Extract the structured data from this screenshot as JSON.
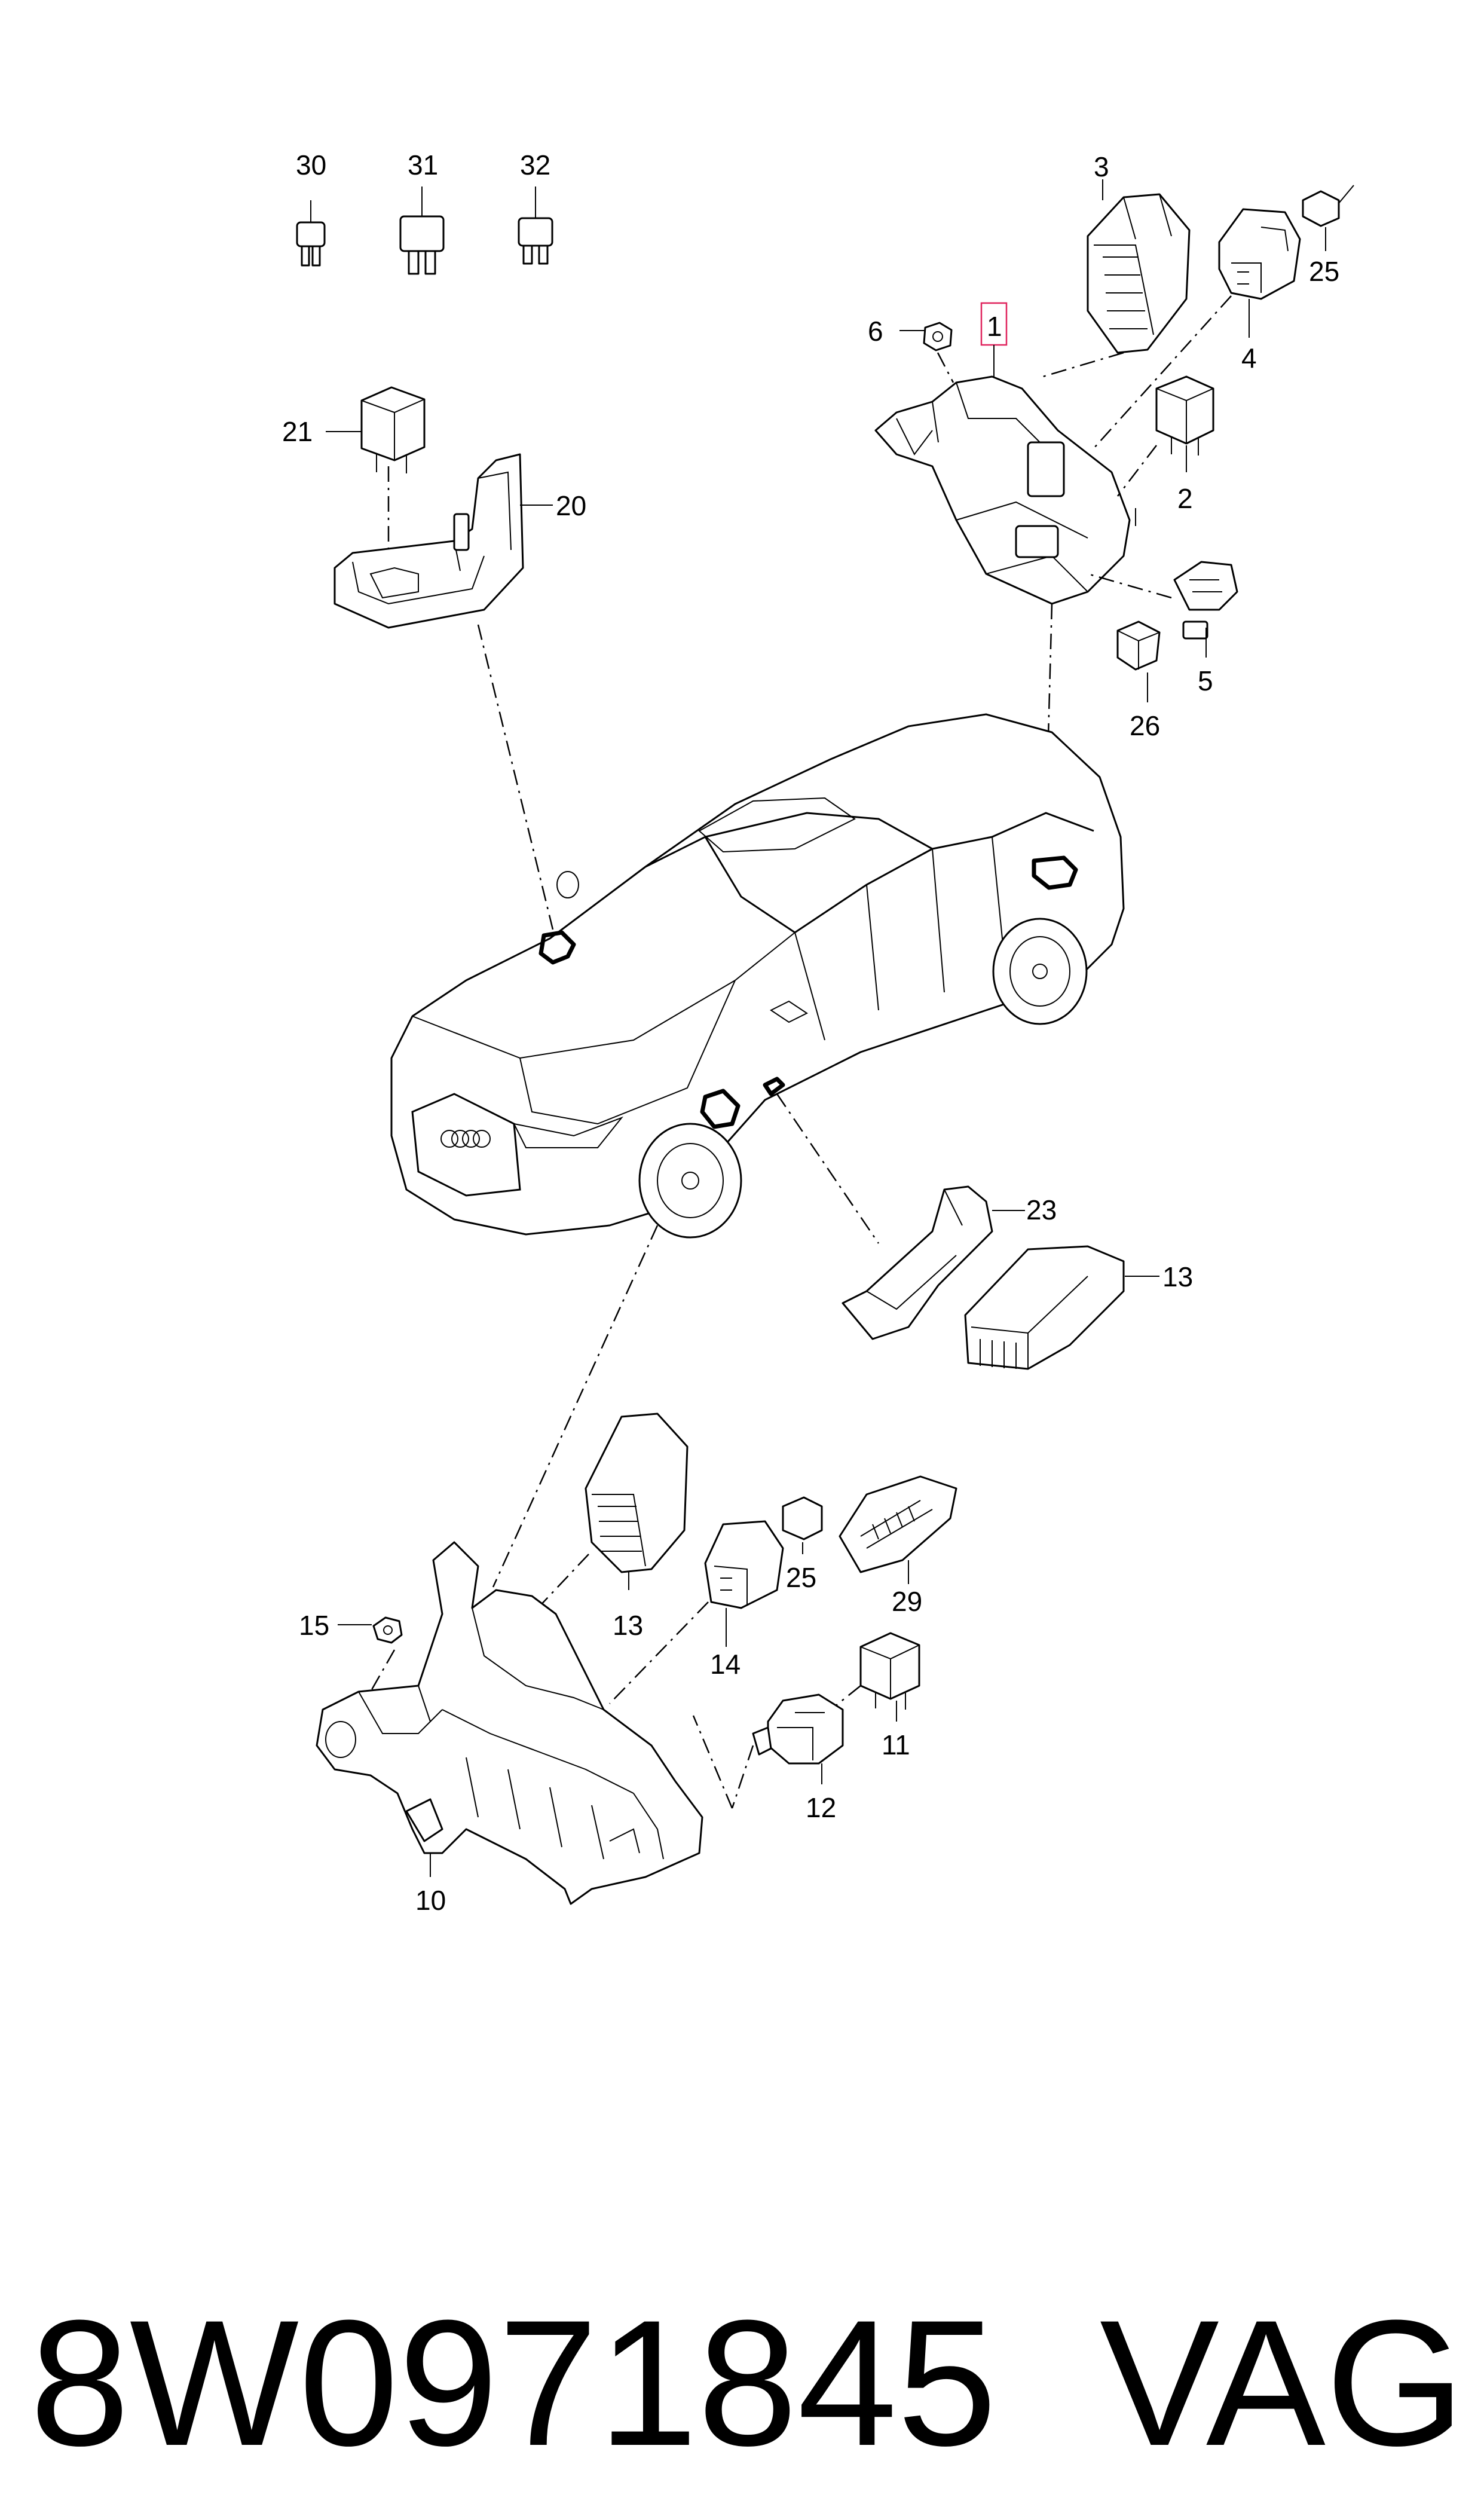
{
  "callouts": {
    "c1": "1",
    "c2": "2",
    "c3": "3",
    "c4": "4",
    "c5": "5",
    "c6": "6",
    "c10": "10",
    "c11": "11",
    "c12": "12",
    "c13a": "13",
    "c13b": "13",
    "c14": "14",
    "c15": "15",
    "c20": "20",
    "c21": "21",
    "c23": "23",
    "c25a": "25",
    "c25b": "25",
    "c26": "26",
    "c29": "29",
    "c30": "30",
    "c31": "31",
    "c32": "32"
  },
  "footer": {
    "part_number": "8W0971845",
    "brand": "VAG"
  },
  "colors": {
    "line": "#000000",
    "highlight": "#e0245e",
    "background": "#ffffff"
  }
}
